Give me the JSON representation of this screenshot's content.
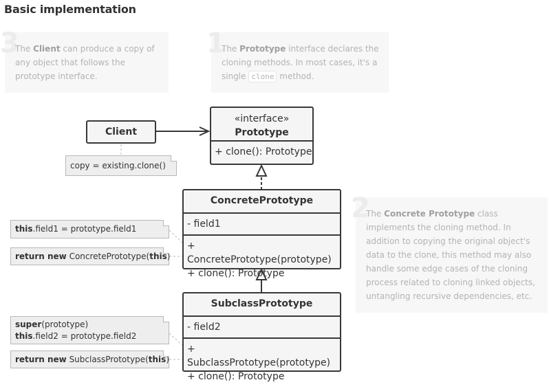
{
  "title": "Basic implementation",
  "callouts": {
    "client": {
      "number": "3",
      "pre": "The ",
      "bold": "Client",
      "post": " can produce a copy of any object that follows the prototype interface."
    },
    "prototype": {
      "number": "1",
      "pre": "The ",
      "bold": "Prototype",
      "mid": " interface declares the cloning methods. In most cases, it's a single ",
      "code": "clone",
      "post": " method."
    },
    "concrete": {
      "number": "2",
      "pre": "The ",
      "bold": "Concrete Prototype",
      "post": " class implements the cloning method. In addition to copying the original object's data to the clone, this method may also handle some edge cases of the cloning process related to cloning linked objects, untangling recursive dependencies, etc."
    }
  },
  "classes": {
    "client": {
      "name": "Client"
    },
    "prototype": {
      "stereotype": "«interface»",
      "name": "Prototype",
      "methods": [
        "+ clone(): Prototype"
      ]
    },
    "concrete": {
      "name": "ConcretePrototype",
      "fields": [
        "- field1"
      ],
      "methods": [
        "+ ConcretePrototype(prototype)",
        "+ clone(): Prototype"
      ]
    },
    "subclass": {
      "name": "SubclassPrototype",
      "fields": [
        "- field2"
      ],
      "methods": [
        "+ SubclassPrototype(prototype)",
        "+ clone(): Prototype"
      ]
    }
  },
  "notes": {
    "client_copy": "copy = existing.clone()",
    "concrete_ctor": {
      "kw": "this",
      "rest": ".field1 = prototype.field1"
    },
    "concrete_clone": {
      "kw": "return new",
      "mid": " ConcretePrototype(",
      "arg": "this",
      "end": ")"
    },
    "subclass_ctor": {
      "line1_kw": "super",
      "line1_rest": "(prototype)",
      "line2_kw": "this",
      "line2_rest": ".field2 = prototype.field2"
    },
    "subclass_clone": {
      "kw": "return new",
      "mid": " SubclassPrototype(",
      "arg": "this",
      "end": ")"
    }
  },
  "colors": {
    "box_fill": "#f5f5f5",
    "box_border": "#383838",
    "note_fill": "#eeeeee",
    "callout_fill": "#f7f7f7",
    "callout_text": "#b3b3b3"
  }
}
